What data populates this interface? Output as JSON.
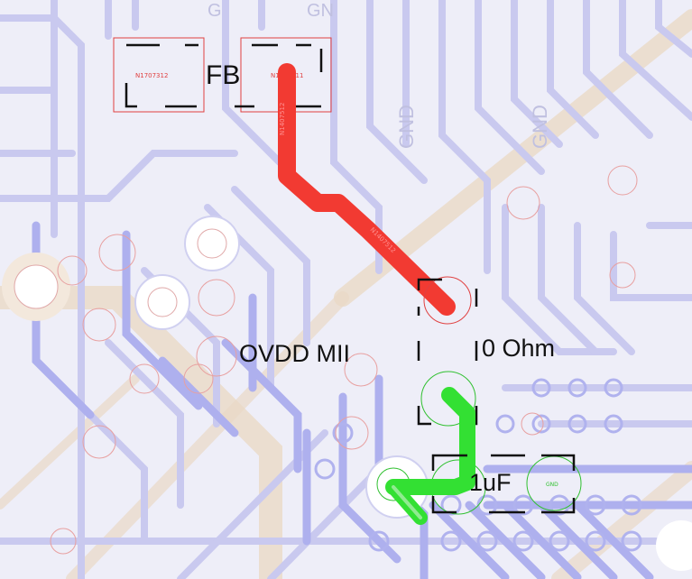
{
  "labels": {
    "fb": "FB",
    "ovdd_mii": "OVDD MII",
    "zero_ohm": "0 Ohm",
    "cap_1uf": "1uF",
    "gnd_rot_1": "GND",
    "gnd_rot_2": "GND",
    "gn_top": "GN",
    "g_top": "G",
    "gnd_pad": "GND"
  },
  "net_tags": {
    "pad_left": "N1707312",
    "pad_right": "N1707311",
    "trace_red_top": "N1407512",
    "trace_red_mid": "N1407512"
  },
  "colors": {
    "background": "#eeeef8",
    "plane_trace": "#c9c9ef",
    "plane_trace_dark": "#aeb0ee",
    "tan_trace": "#ead9c6",
    "red_trace": "#f23a32",
    "green_trace": "#33e033",
    "silk": "#111111",
    "pad_outline_red": "#e04040",
    "pad_outline_green": "#30c030"
  }
}
